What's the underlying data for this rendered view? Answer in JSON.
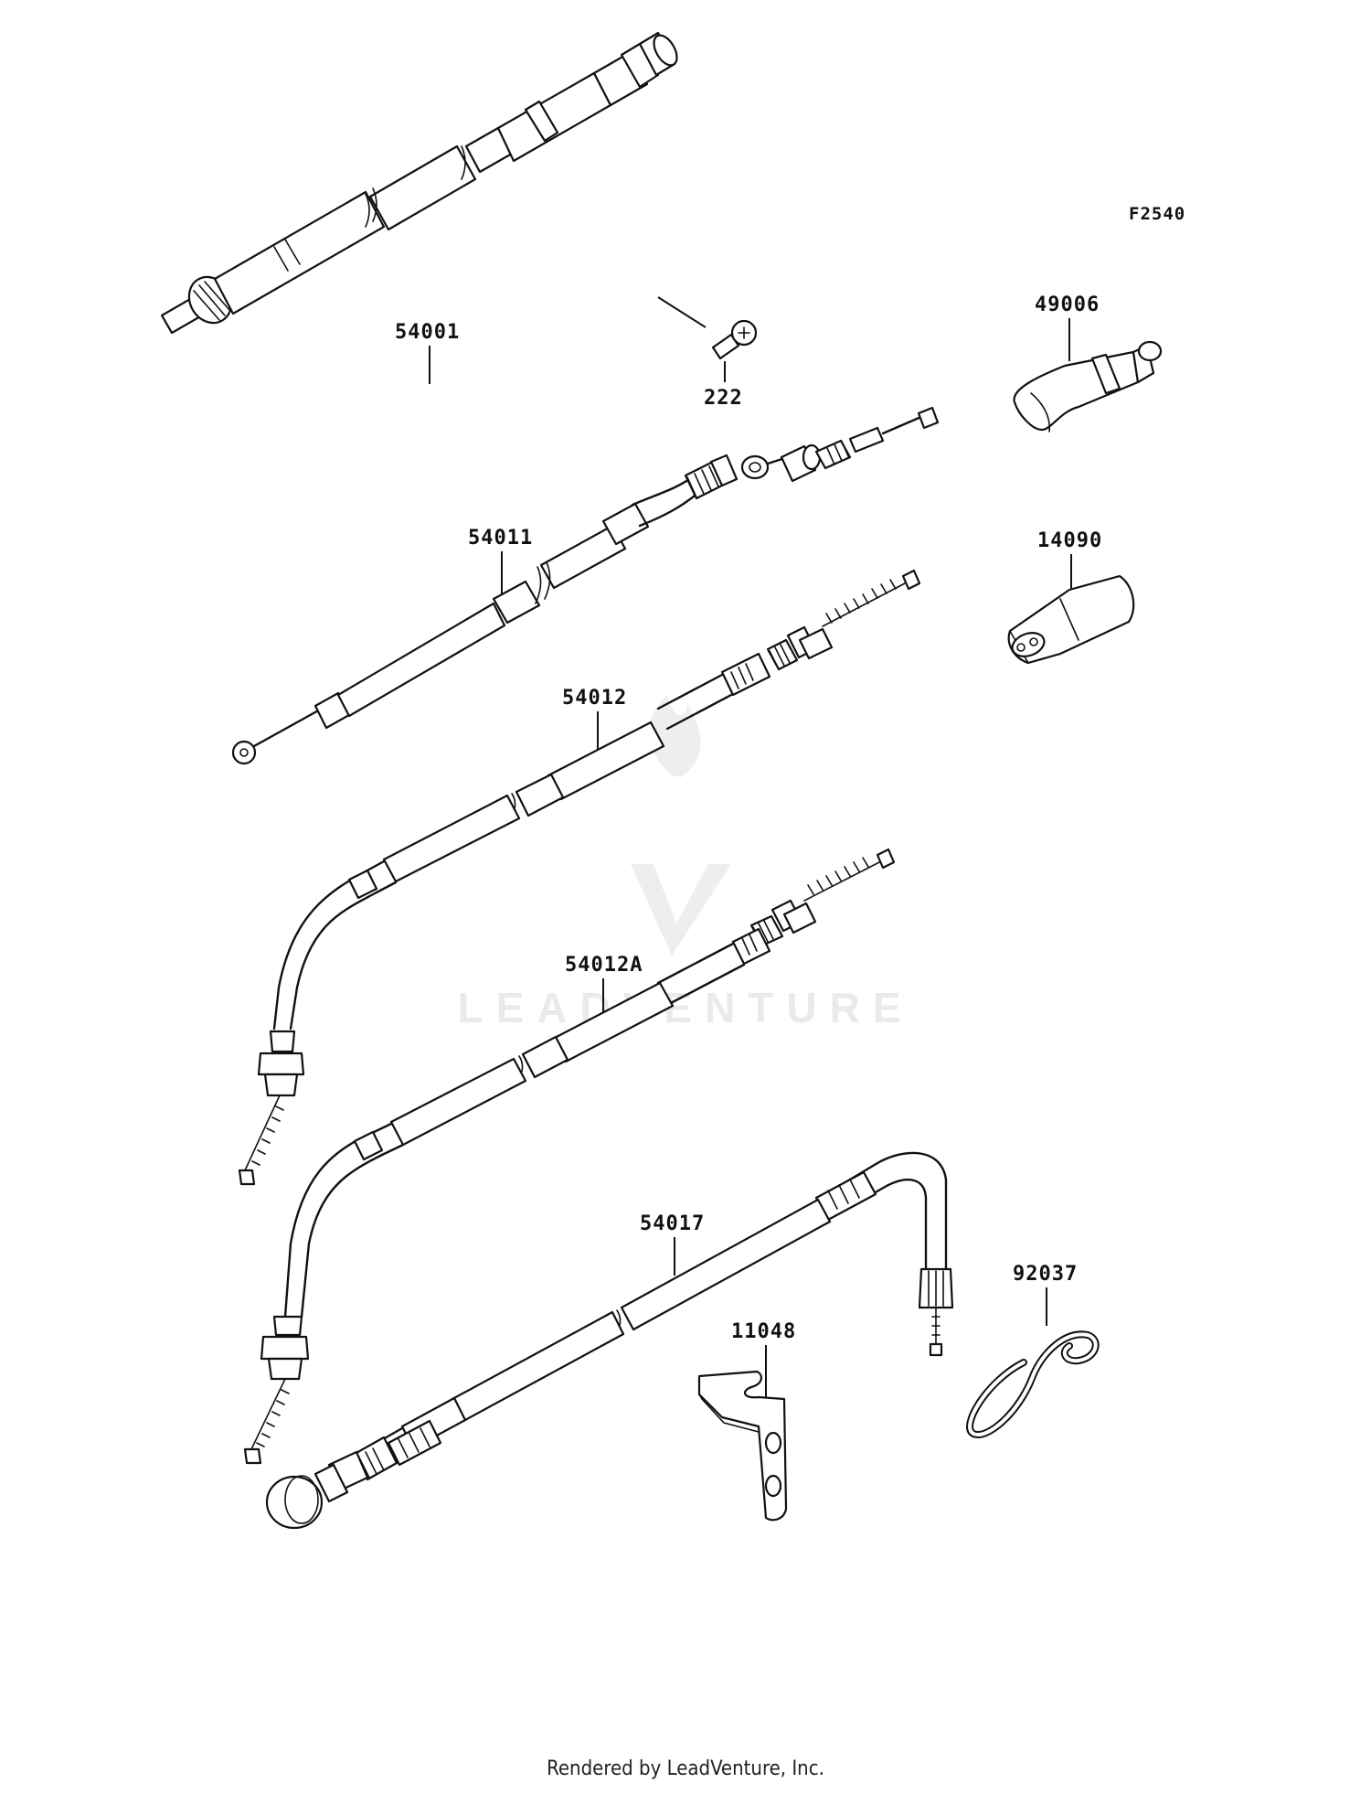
{
  "diagram": {
    "figure_code": "F2540",
    "footer": "Rendered by LeadVenture, Inc.",
    "watermark": "LEADVENTURE",
    "parts": [
      {
        "id": "54001",
        "label": "54001"
      },
      {
        "id": "222",
        "label": "222"
      },
      {
        "id": "49006",
        "label": "49006"
      },
      {
        "id": "54011",
        "label": "54011"
      },
      {
        "id": "14090",
        "label": "14090"
      },
      {
        "id": "54012",
        "label": "54012"
      },
      {
        "id": "54012A",
        "label": "54012A"
      },
      {
        "id": "54017",
        "label": "54017"
      },
      {
        "id": "92037",
        "label": "92037"
      },
      {
        "id": "11048",
        "label": "11048"
      }
    ]
  }
}
